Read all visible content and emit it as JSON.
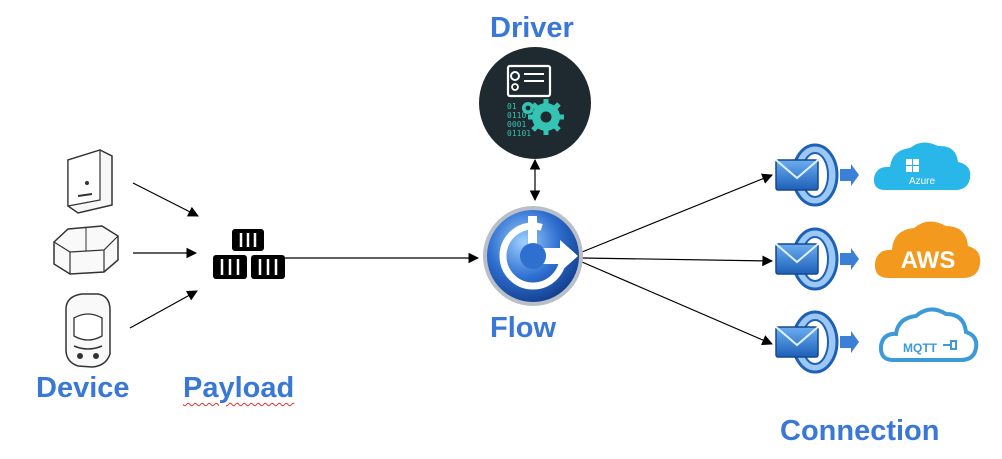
{
  "labels": {
    "driver": "Driver",
    "flow": "Flow",
    "device": "Device",
    "payload": "Payload",
    "connection": "Connection"
  },
  "driver_icon_text": [
    "01",
    "0110",
    "0001",
    "01101"
  ],
  "connections": [
    {
      "name": "Azure",
      "icon": "azure-cloud-icon"
    },
    {
      "name": "AWS",
      "icon": "aws-cloud-icon"
    },
    {
      "name": "MQTT",
      "icon": "mqtt-cloud-icon"
    }
  ],
  "colors": {
    "label_blue": "#3a78d8",
    "azure": "#29b6e8",
    "aws": "#f39a1e",
    "mqtt": "#3d9ad9",
    "driver_bg": "#1e2a2f",
    "driver_gear": "#35c3b4"
  }
}
